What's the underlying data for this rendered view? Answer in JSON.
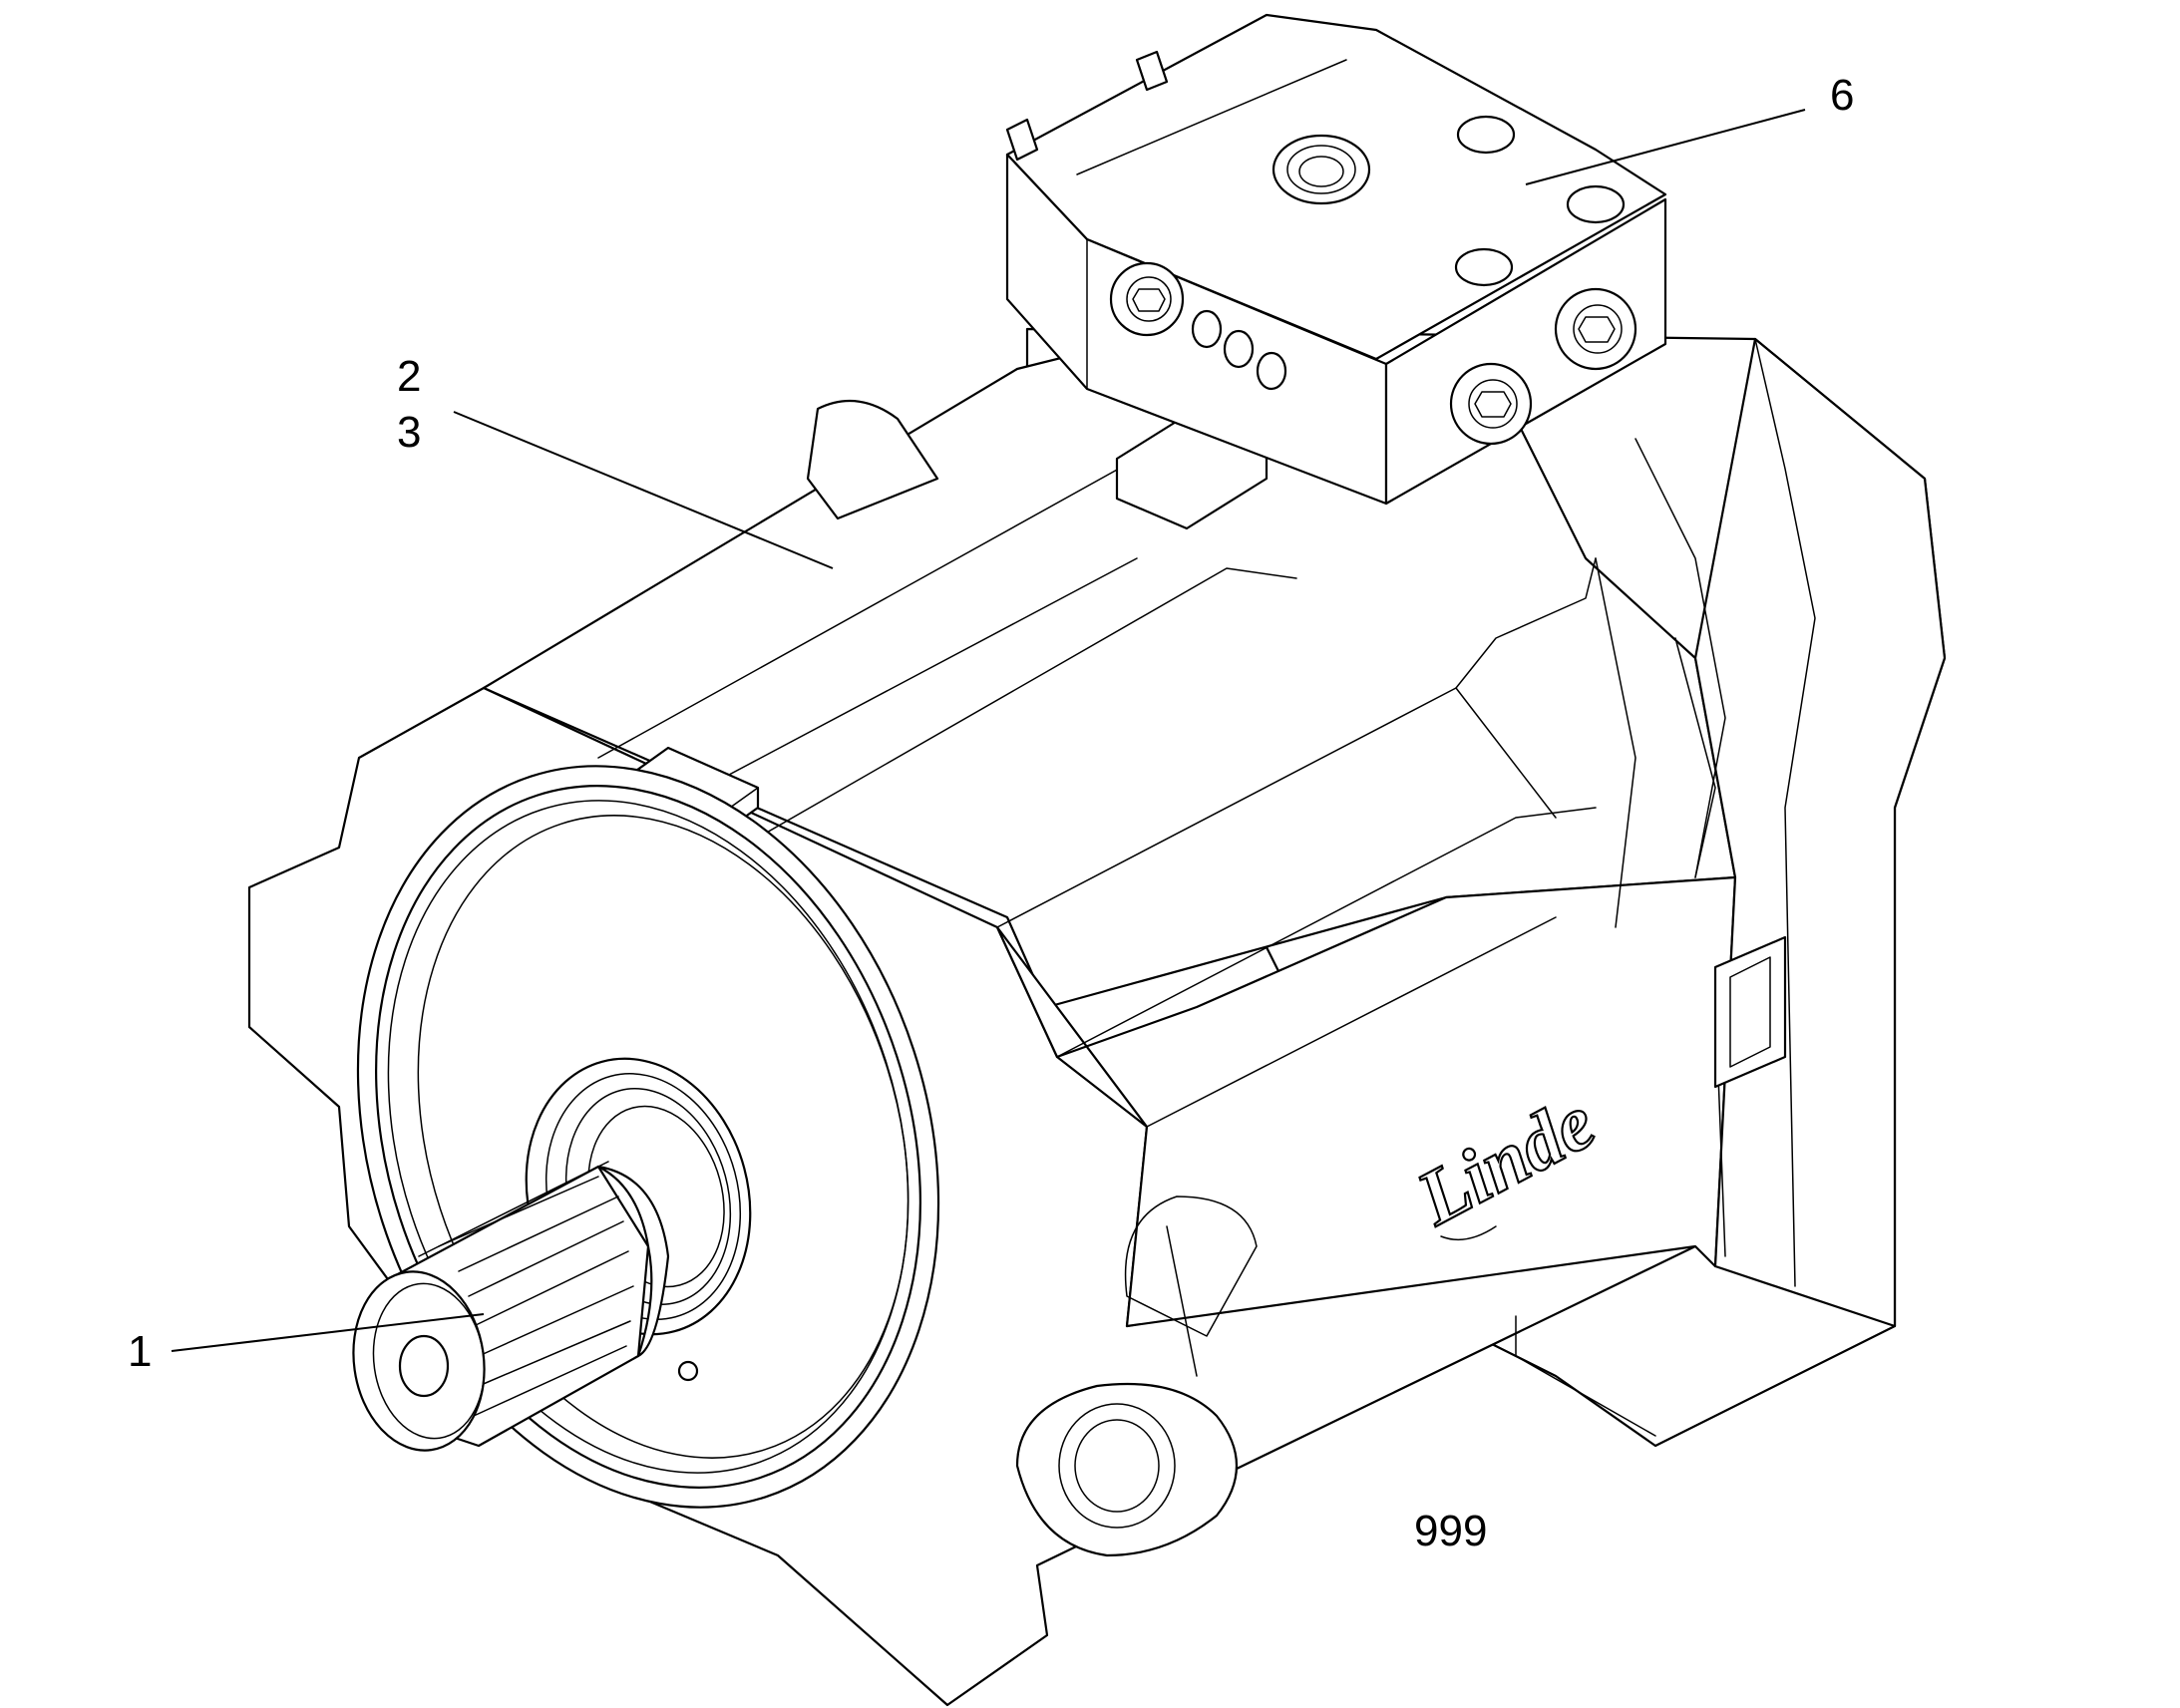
{
  "drawing": {
    "logo_text": "Linde",
    "figure_number": "999"
  },
  "callouts": [
    {
      "id": "1",
      "label": "1"
    },
    {
      "id": "2",
      "label": "2"
    },
    {
      "id": "3",
      "label": "3"
    },
    {
      "id": "6",
      "label": "6"
    }
  ]
}
